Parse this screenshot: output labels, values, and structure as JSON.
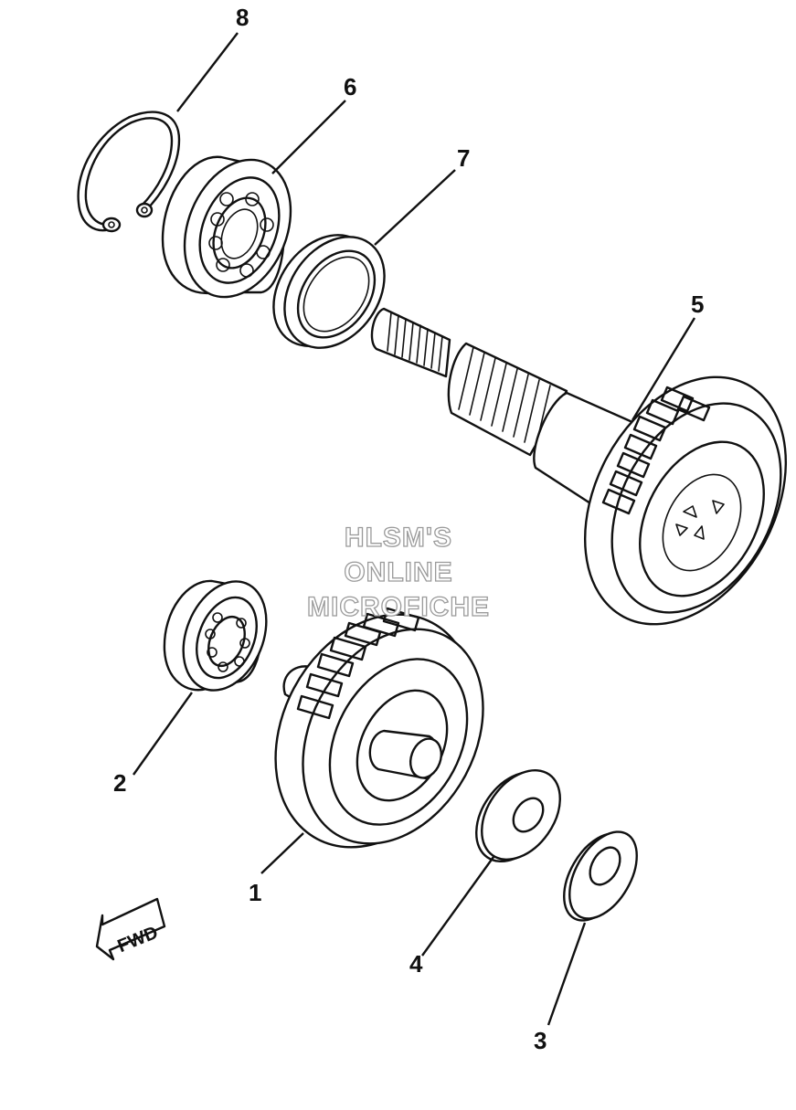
{
  "callouts": {
    "c1": "1",
    "c2": "2",
    "c3": "3",
    "c4": "4",
    "c5": "5",
    "c6": "6",
    "c7": "7",
    "c8": "8"
  },
  "watermark": {
    "line1": "HLSM'S",
    "line2": "ONLINE",
    "line3": "MICROFICHE"
  },
  "direction_arrow": {
    "label": "FWD"
  },
  "colors": {
    "ink": "#111111",
    "watermark_outline": "#9a9a9a",
    "background": "#ffffff"
  }
}
